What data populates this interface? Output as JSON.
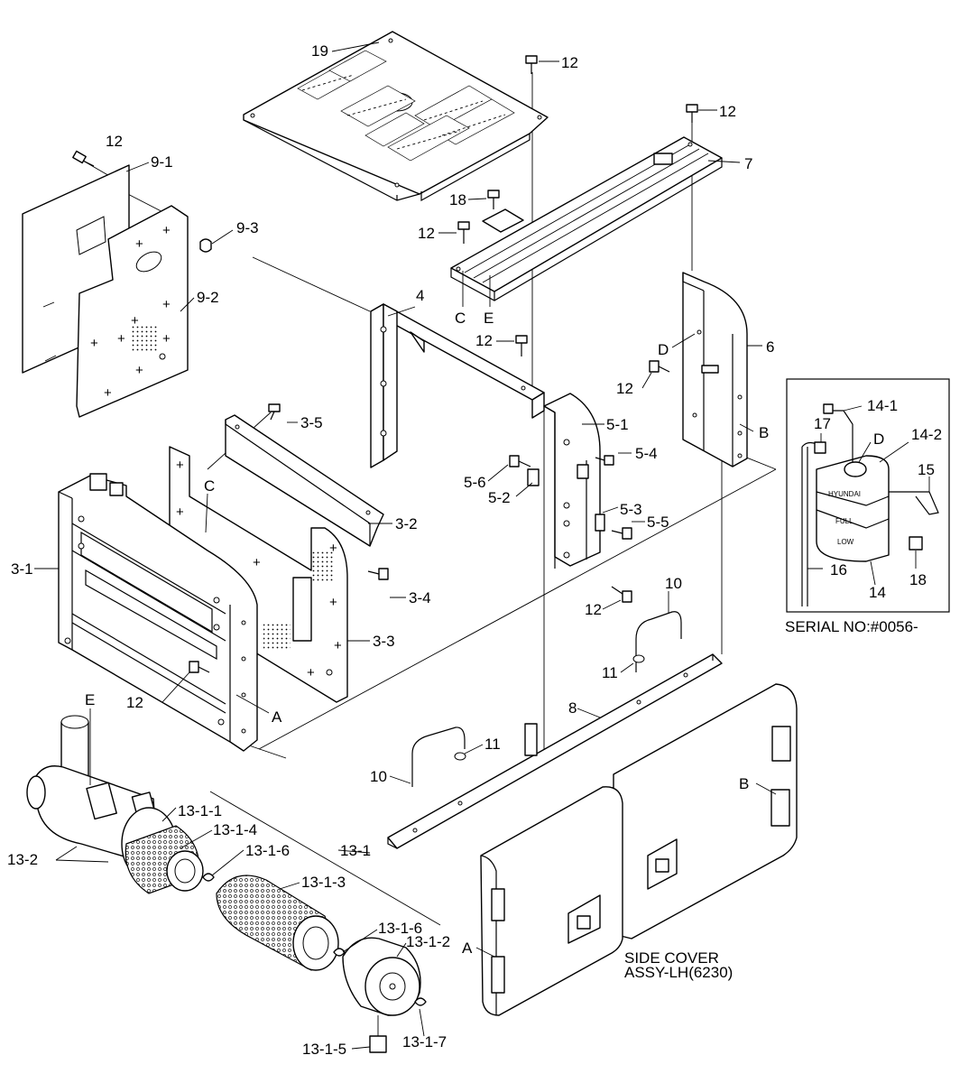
{
  "labels": {
    "l19": "19",
    "l12a": "12",
    "l12b": "12",
    "l12c": "12",
    "l12d": "12",
    "l12e": "12",
    "l12f": "12",
    "l12g": "12",
    "l12h": "12",
    "l7": "7",
    "l18": "18",
    "lC1": "C",
    "lE1": "E",
    "l9_1": "9-1",
    "l9_2": "9-2",
    "l9_3": "9-3",
    "l4": "4",
    "lD1": "D",
    "l6": "6",
    "lB1": "B",
    "l5_1": "5-1",
    "l5_4": "5-4",
    "l5_6": "5-6",
    "l5_2": "5-2",
    "l5_3": "5-3",
    "l5_5": "5-5",
    "l3_5": "3-5",
    "lC2": "C",
    "l3_1": "3-1",
    "l3_2": "3-2",
    "l3_4": "3-4",
    "l3_3": "3-3",
    "lA1": "A",
    "l10a": "10",
    "l11a": "11",
    "l8": "8",
    "l11b": "11",
    "l10b": "10",
    "lE2": "E",
    "l13_1_1": "13-1-1",
    "l13_1_4": "13-1-4",
    "l13_1_6a": "13-1-6",
    "l13_1": "13-1",
    "l13_2": "13-2",
    "l13_1_3": "13-1-3",
    "l13_1_6b": "13-1-6",
    "l13_1_2": "13-1-2",
    "l13_1_5": "13-1-5",
    "l13_1_7": "13-1-7",
    "lB2": "B",
    "lA2": "A",
    "side_cover_1": "SIDE COVER",
    "side_cover_2": "ASSY-LH(6230)",
    "i14_1": "14-1",
    "i17": "17",
    "iD": "D",
    "i14_2": "14-2",
    "i15": "15",
    "i16": "16",
    "i14": "14",
    "i18": "18",
    "tank_brand": "HYUNDAI",
    "tank_full": "FULL",
    "tank_low": "LOW",
    "serial": "SERIAL NO:#0056-"
  }
}
